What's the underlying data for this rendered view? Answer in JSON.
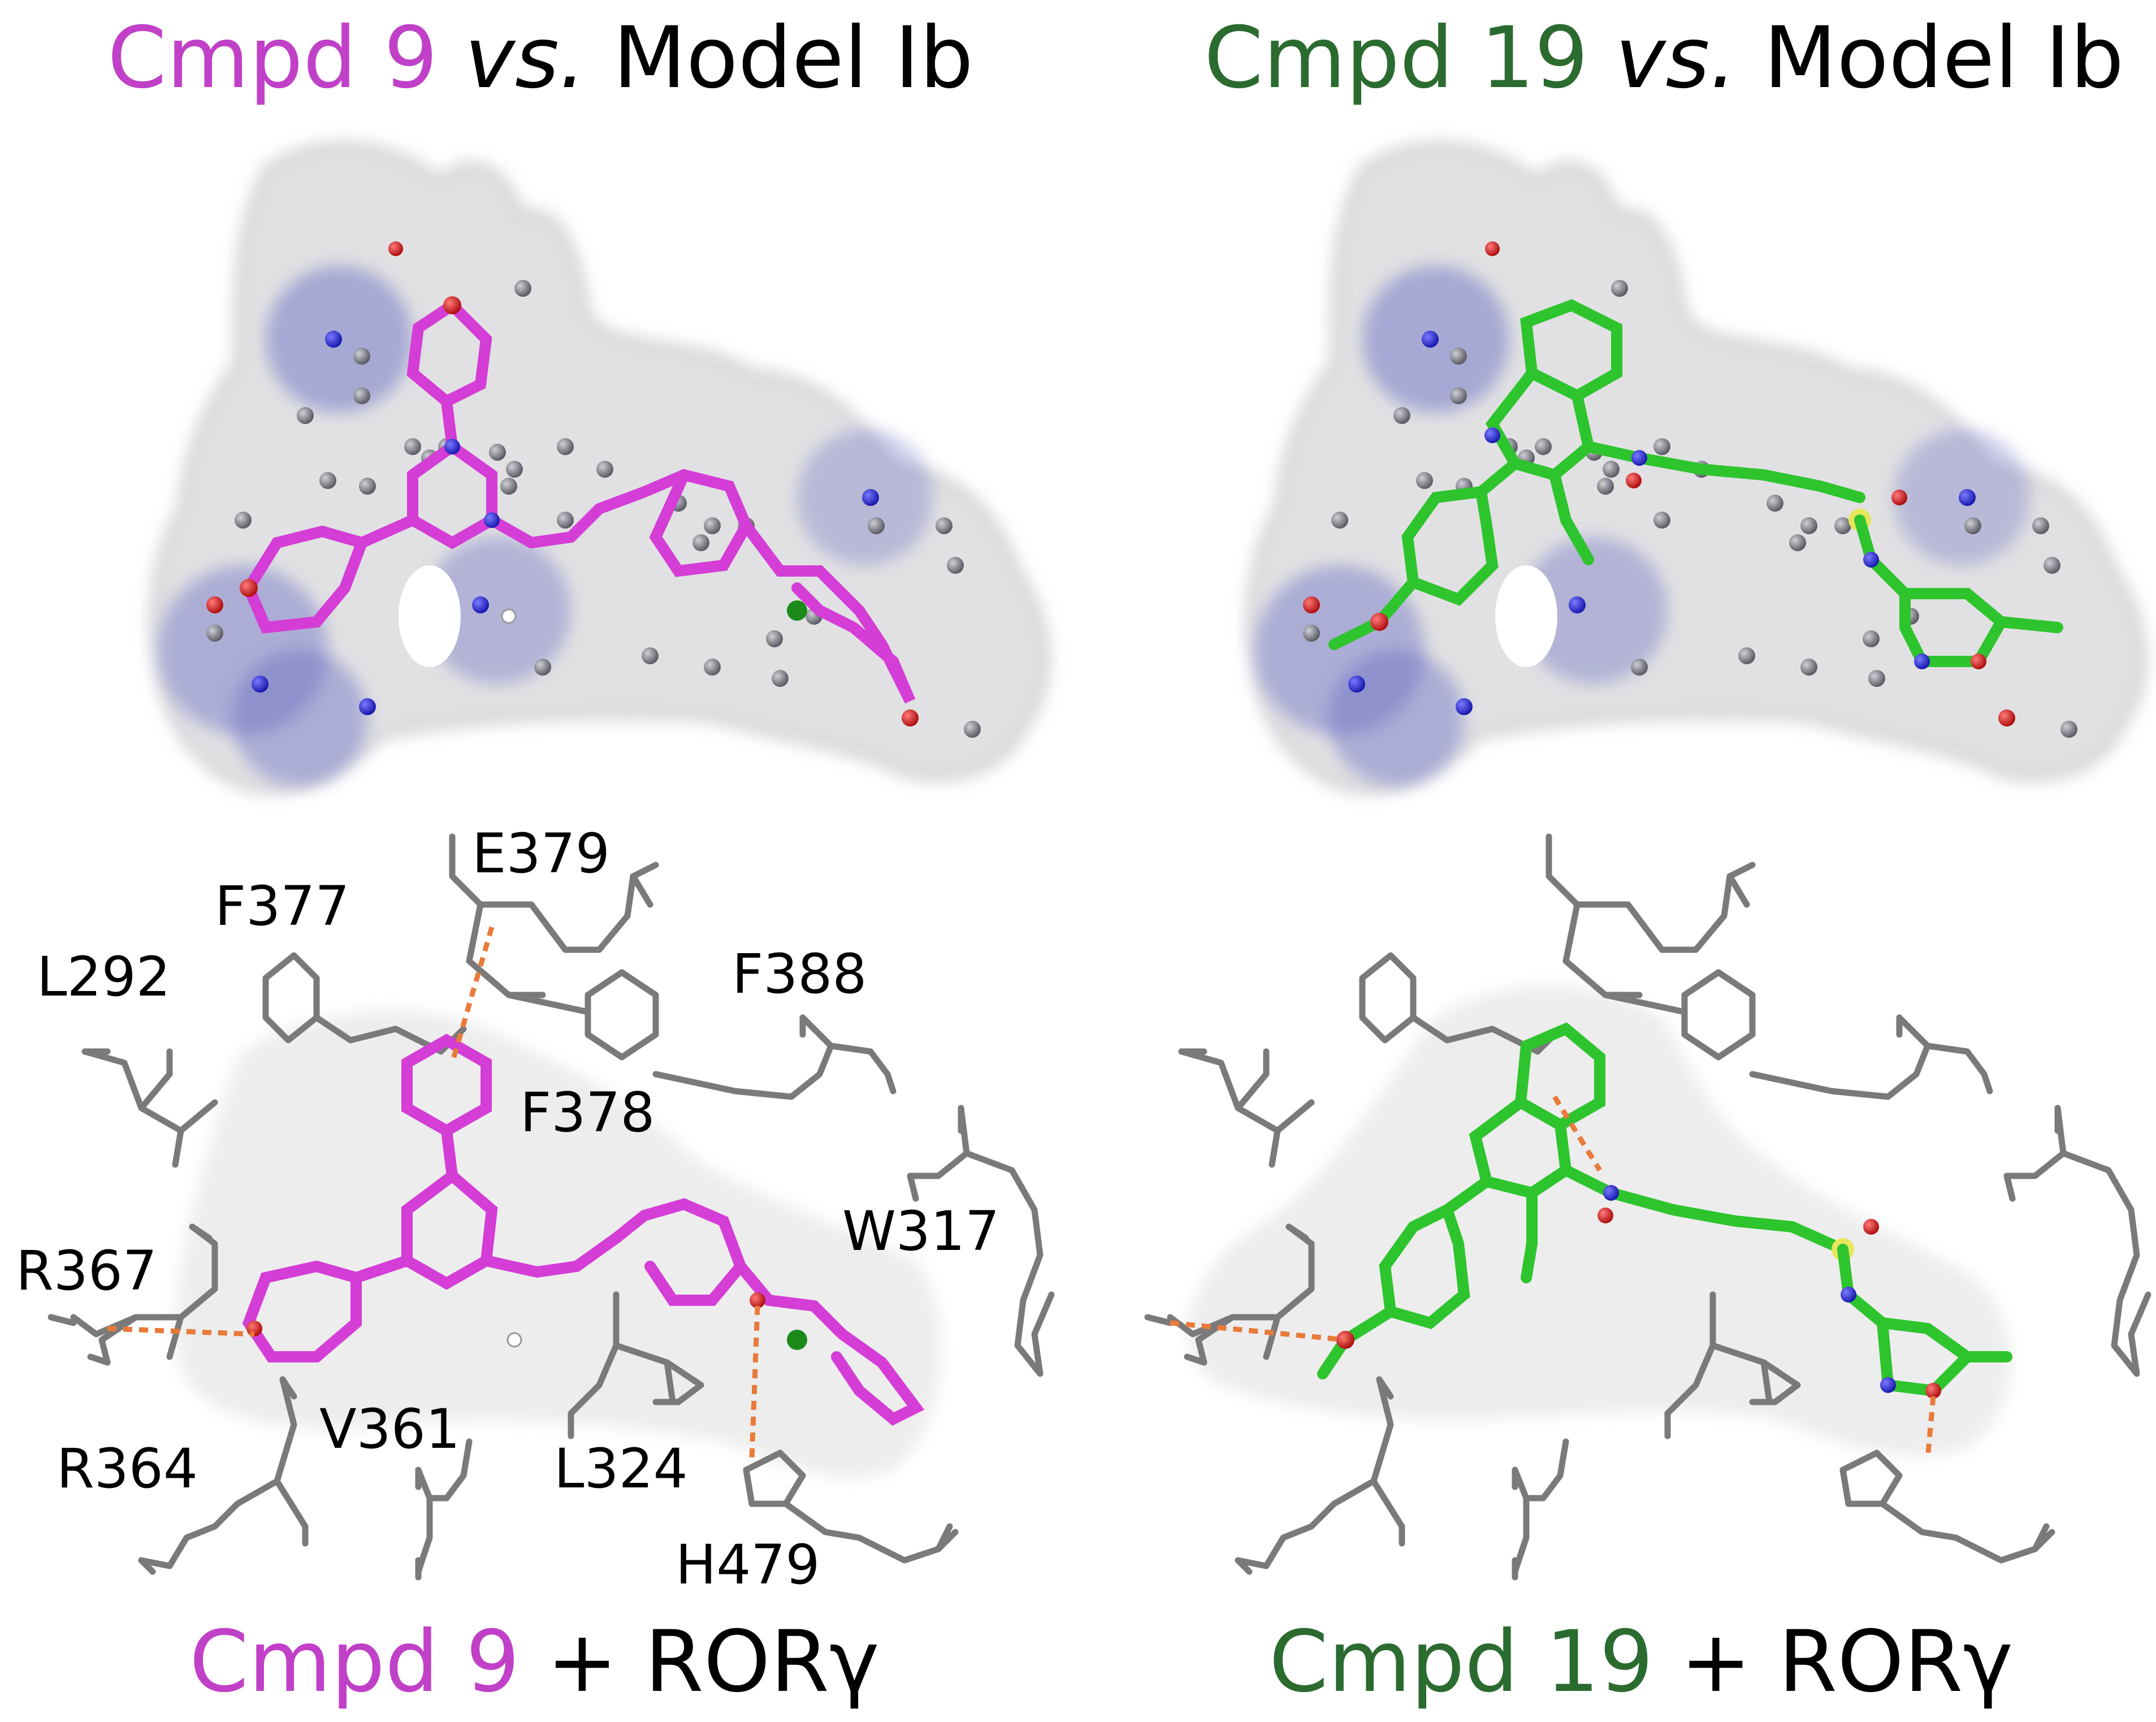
{
  "panels": {
    "top_left_title": {
      "compound": "Cmpd 9",
      "vs": "vs.",
      "model": "Model Ib"
    },
    "top_right_title": {
      "compound": "Cmpd 19",
      "vs": "vs.",
      "model": "Model Ib"
    },
    "bottom_left_title": {
      "compound": "Cmpd 9",
      "plus": "+",
      "target": "RORγ"
    },
    "bottom_right_title": {
      "compound": "Cmpd 19",
      "plus": "+",
      "target": "RORγ"
    }
  },
  "residues": [
    "E379",
    "F377",
    "L292",
    "F388",
    "F378",
    "W317",
    "R367",
    "V361",
    "R364",
    "L324",
    "H479"
  ],
  "colors": {
    "cmpd9": "#c040c8",
    "cmpd19": "#2b6b30",
    "cmpd9_molecule": "#d43dd6",
    "cmpd19_molecule": "#2ec42e",
    "surface_gray": "#c8c8cc",
    "surface_blue": "#6b6fc4",
    "hbond": "#e87a3a",
    "residue": "#7a7a7a",
    "nitrogen": "#2a2ad8",
    "oxygen": "#e02020",
    "sulfur": "#e6e65a",
    "chlorine": "#1b8a1b"
  }
}
